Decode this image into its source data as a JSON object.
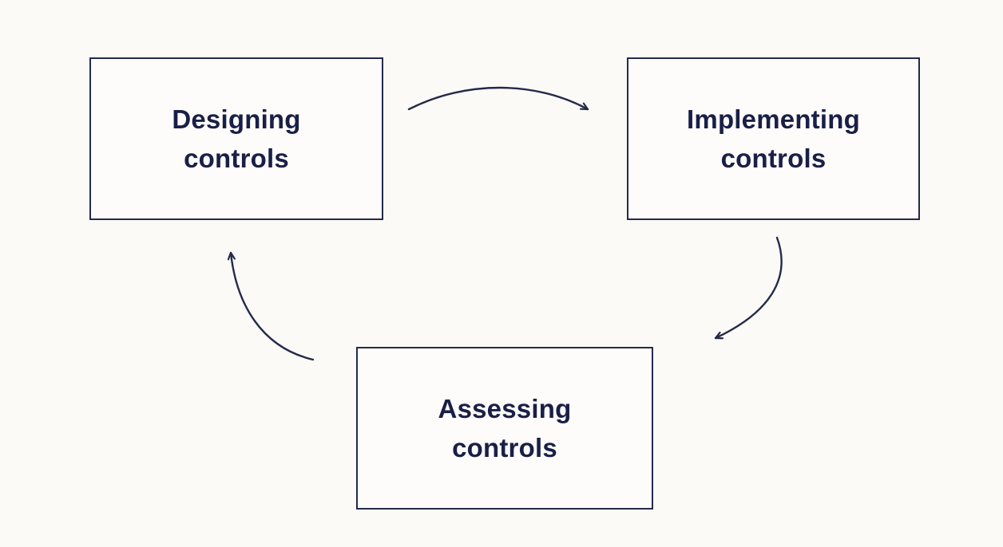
{
  "diagram": {
    "type": "cycle",
    "background_color": "#fbfaf7",
    "accent_color": "#252a4a",
    "text_color": "#1a1f47",
    "nodes": [
      {
        "id": "designing",
        "label": "Designing\ncontrols"
      },
      {
        "id": "implementing",
        "label": "Implementing\ncontrols"
      },
      {
        "id": "assessing",
        "label": "Assessing\ncontrols"
      }
    ],
    "edges": [
      {
        "from": "designing",
        "to": "implementing"
      },
      {
        "from": "implementing",
        "to": "assessing"
      },
      {
        "from": "assessing",
        "to": "designing"
      }
    ]
  }
}
